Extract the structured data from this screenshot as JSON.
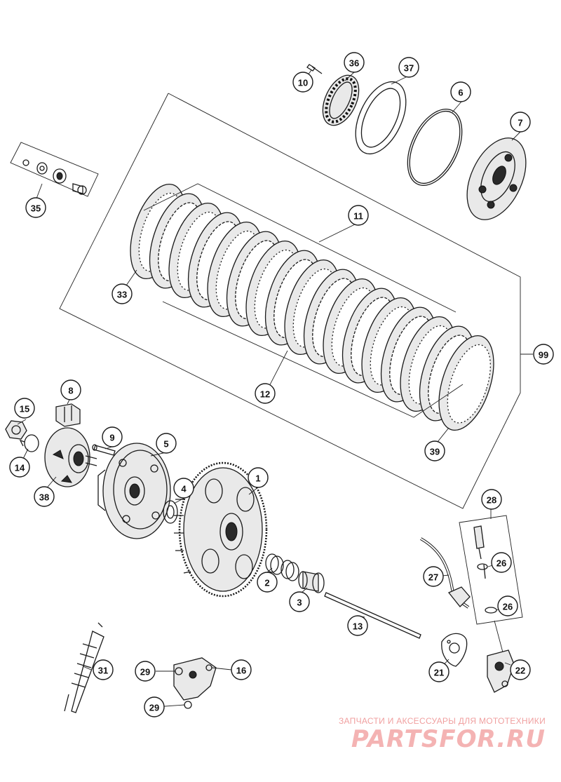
{
  "diagram": {
    "callouts": [
      "1",
      "2",
      "3",
      "4",
      "5",
      "6",
      "7",
      "8",
      "9",
      "10",
      "11",
      "12",
      "13",
      "14",
      "15",
      "16",
      "21",
      "22",
      "26",
      "26",
      "27",
      "28",
      "29",
      "29",
      "31",
      "33",
      "35",
      "36",
      "37",
      "38",
      "39",
      "99"
    ]
  },
  "watermark": {
    "tagline": "ЗАПЧАСТИ И АКСЕССУАРЫ ДЛЯ МОТОТЕХНИКИ",
    "logo": "PARTSFOR.RU"
  },
  "colors": {
    "line": "#1a1a1a",
    "watermark": "#f4b3b3"
  }
}
